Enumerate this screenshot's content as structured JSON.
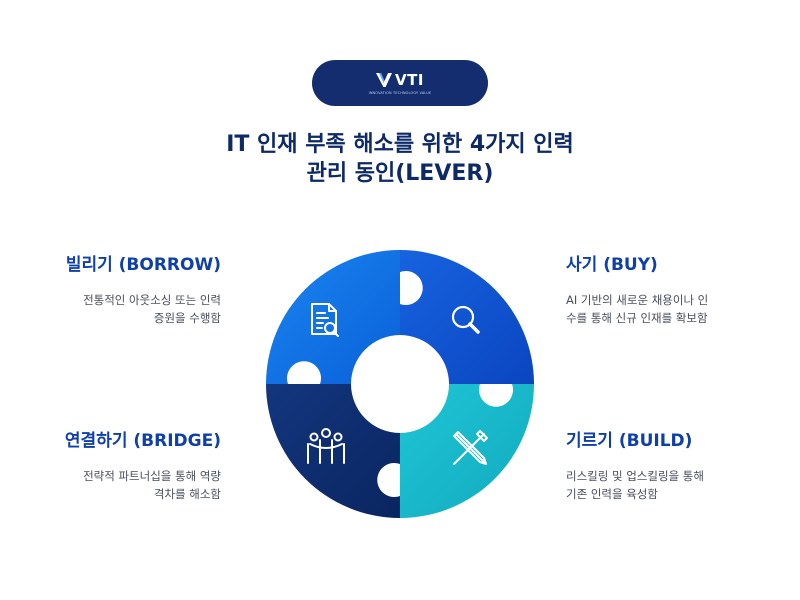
{
  "logo": {
    "wordmark": "VTI",
    "tagline": "INNOVATION TECHNOLOGY VALUE",
    "color": "#142d6e"
  },
  "title": {
    "line1": "IT 인재 부족 해소를 위한 4가지 인력",
    "line2": "관리 동인(LEVER)"
  },
  "levers": {
    "borrow": {
      "title": "빌리기 (BORROW)",
      "desc_line1": "전통적인 아웃소싱 또는 인력",
      "desc_line2": "증원을 수행함",
      "icon": "document-search-icon",
      "color": "#1677e6"
    },
    "buy": {
      "title": "사기 (BUY)",
      "desc_line1": "AI 기반의 새로운 채용이나 인",
      "desc_line2": "수를 통해 신규 인재를 확보함",
      "icon": "magnifier-icon",
      "color": "#0d52d6"
    },
    "bridge": {
      "title": "연결하기 (BRIDGE)",
      "desc_line1": "전략적 파트너십을 통해 역량",
      "desc_line2": "격차를 해소함",
      "icon": "team-partnership-icon",
      "color": "#0f2e6b"
    },
    "build": {
      "title": "기르기 (BUILD)",
      "desc_line1": "리스킬링 및 업스킬링을 통해",
      "desc_line2": "기존 인력을 육성함",
      "icon": "tools-icon",
      "color": "#15b7c7"
    }
  }
}
